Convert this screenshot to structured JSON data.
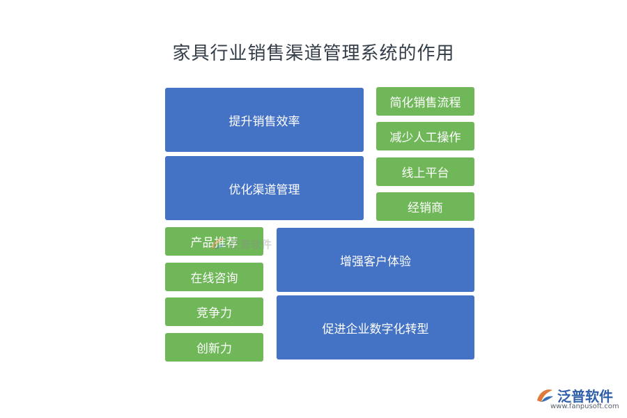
{
  "title": "家具行业销售渠道管理系统的作用",
  "main_blocks": [
    {
      "label": "提升销售效率"
    },
    {
      "label": "优化渠道管理"
    },
    {
      "label": "增强客户体验"
    },
    {
      "label": "促进企业数字化转型"
    }
  ],
  "right_items": [
    {
      "label": "简化销售流程"
    },
    {
      "label": "减少人工操作"
    },
    {
      "label": "线上平台"
    },
    {
      "label": "经销商"
    }
  ],
  "left_items": [
    {
      "label": "产品推荐"
    },
    {
      "label": "在线咨询"
    },
    {
      "label": "竞争力"
    },
    {
      "label": "创新力"
    }
  ],
  "colors": {
    "blue": "#4472c4",
    "green": "#70b75a",
    "title": "#333d47",
    "logo": "#2f5fa8"
  },
  "watermark": {
    "text": "泛普软件"
  },
  "logo": {
    "text": "泛普软件",
    "url": "www.fanpusoft.com"
  }
}
